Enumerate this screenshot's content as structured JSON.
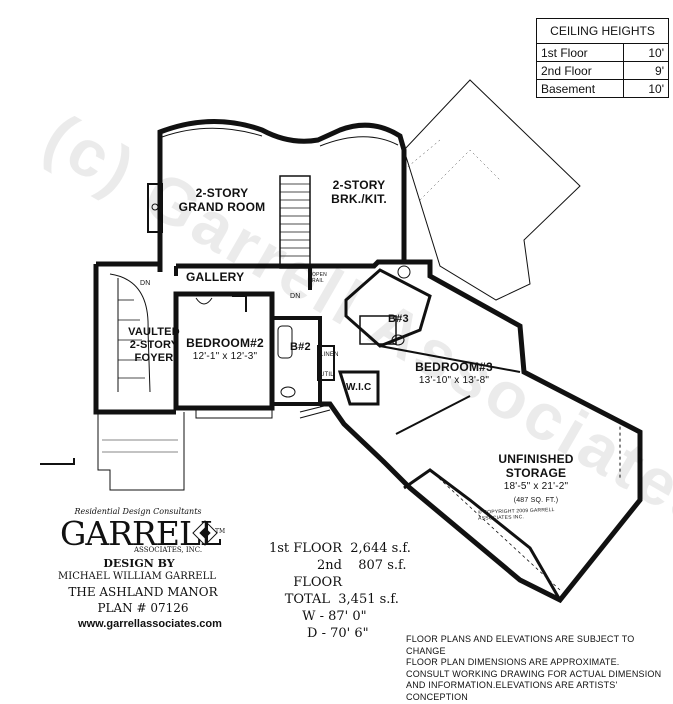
{
  "ceiling_table": {
    "title": "CEILING HEIGHTS",
    "rows": [
      {
        "floor": "1st Floor",
        "height": "10'"
      },
      {
        "floor": "2nd Floor",
        "height": "9'"
      },
      {
        "floor": "Basement",
        "height": "10'"
      }
    ]
  },
  "watermark": "(c) Garrell Associates",
  "rooms": {
    "grand_room": [
      "2-STORY",
      "GRAND ROOM"
    ],
    "brk_kit": [
      "2-STORY",
      "BRK./KIT."
    ],
    "gallery": "GALLERY",
    "foyer": [
      "VAULTED",
      "2-STORY",
      "FOYER"
    ],
    "bedroom2": {
      "name": "BEDROOM#2",
      "dims": "12'-1\" x 12'-3\""
    },
    "bath2": "B#2",
    "bath3": "B#3",
    "bedroom3": {
      "name": "BEDROOM#3",
      "dims": "13'-10\" x 13'-8\""
    },
    "wic": "W.I.C",
    "storage": {
      "name": "UNFINISHED",
      "name2": "STORAGE",
      "dims": "18'-5\" x 21'-2\"",
      "area": "(487 SQ. FT.)"
    },
    "dn1": "DN",
    "dn2": "DN",
    "open_rail": "OPEN RAIL",
    "linen": "LINEN",
    "util": "UTIL.",
    "copyright": "© COPYRIGHT 2009 GARRELL ASSOCIATES INC."
  },
  "branding": {
    "tagline": "Residential Design Consultants",
    "logo": "GARRELL",
    "tm": "TM",
    "associates": "ASSOCIATES, INC.",
    "design_by": "DESIGN BY",
    "designer": "MICHAEL WILLIAM GARRELL",
    "plan_name": "THE ASHLAND MANOR",
    "plan_number": "PLAN # 07126",
    "website": "www.garrellassociates.com"
  },
  "stats": [
    {
      "label": "1st FLOOR",
      "value": "2,644 s.f."
    },
    {
      "label": "2nd FLOOR",
      "value": "807 s.f."
    },
    {
      "label": "TOTAL",
      "value": "3,451 s.f."
    },
    {
      "label": "W -",
      "value": "87'  0\""
    },
    {
      "label": "D -",
      "value": "70'  6\""
    }
  ],
  "disclaimer": [
    "FLOOR PLANS AND ELEVATIONS ARE SUBJECT TO CHANGE",
    "FLOOR PLAN DIMENSIONS ARE APPROXIMATE.",
    "CONSULT WORKING DRAWING FOR ACTUAL DIMENSION",
    "AND INFORMATION.ELEVATIONS ARE ARTISTS' CONCEPTION"
  ]
}
